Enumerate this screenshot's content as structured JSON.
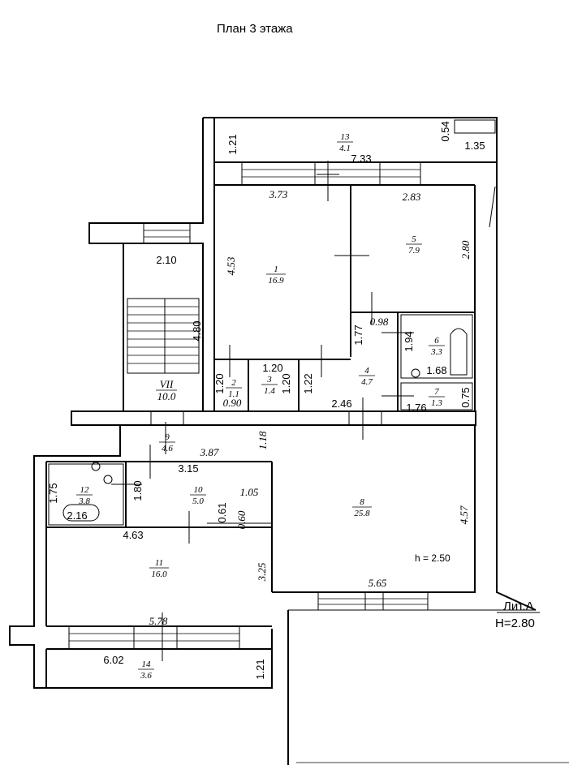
{
  "title": "План 3 этажа",
  "litera": "Лит.А",
  "height_total": "H=2.80",
  "height_room": "h = 2.50",
  "rooms": [
    {
      "id": "room-1",
      "num": "1",
      "area": "16.9"
    },
    {
      "id": "room-2",
      "num": "2",
      "area": "1.1"
    },
    {
      "id": "room-3",
      "num": "3",
      "area": "1.4"
    },
    {
      "id": "room-4",
      "num": "4",
      "area": "4.7"
    },
    {
      "id": "room-5",
      "num": "5",
      "area": "7.9"
    },
    {
      "id": "room-6",
      "num": "6",
      "area": "3.3"
    },
    {
      "id": "room-7",
      "num": "7",
      "area": "1.3"
    },
    {
      "id": "room-8",
      "num": "8",
      "area": "25.8"
    },
    {
      "id": "room-9",
      "num": "9",
      "area": "4.6"
    },
    {
      "id": "room-10",
      "num": "10",
      "area": "5.0"
    },
    {
      "id": "room-11",
      "num": "11",
      "area": "16.0"
    },
    {
      "id": "room-12",
      "num": "12",
      "area": "3.8"
    },
    {
      "id": "room-13",
      "num": "13",
      "area": "4.1"
    },
    {
      "id": "room-14",
      "num": "14",
      "area": "3.6"
    },
    {
      "id": "room-vii",
      "num": "VII",
      "area": "10.0"
    }
  ],
  "dimensions": [
    "1.21",
    "0.54",
    "1.35",
    "7.33",
    "3.73",
    "2.83",
    "2.80",
    "2.10",
    "4.53",
    "4.80",
    "1.77",
    "0.98",
    "1.94",
    "1.68",
    "1.20",
    "1.20",
    "1.20",
    "1.22",
    "0.90",
    "2.46",
    "1.76",
    "0.75",
    "1.18",
    "3.87",
    "3.15",
    "1.75",
    "1.80",
    "1.05",
    "0.61",
    "0.60",
    "2.16",
    "4.63",
    "4.57",
    "3.25",
    "5.65",
    "5.78",
    "6.02",
    "1.21"
  ]
}
